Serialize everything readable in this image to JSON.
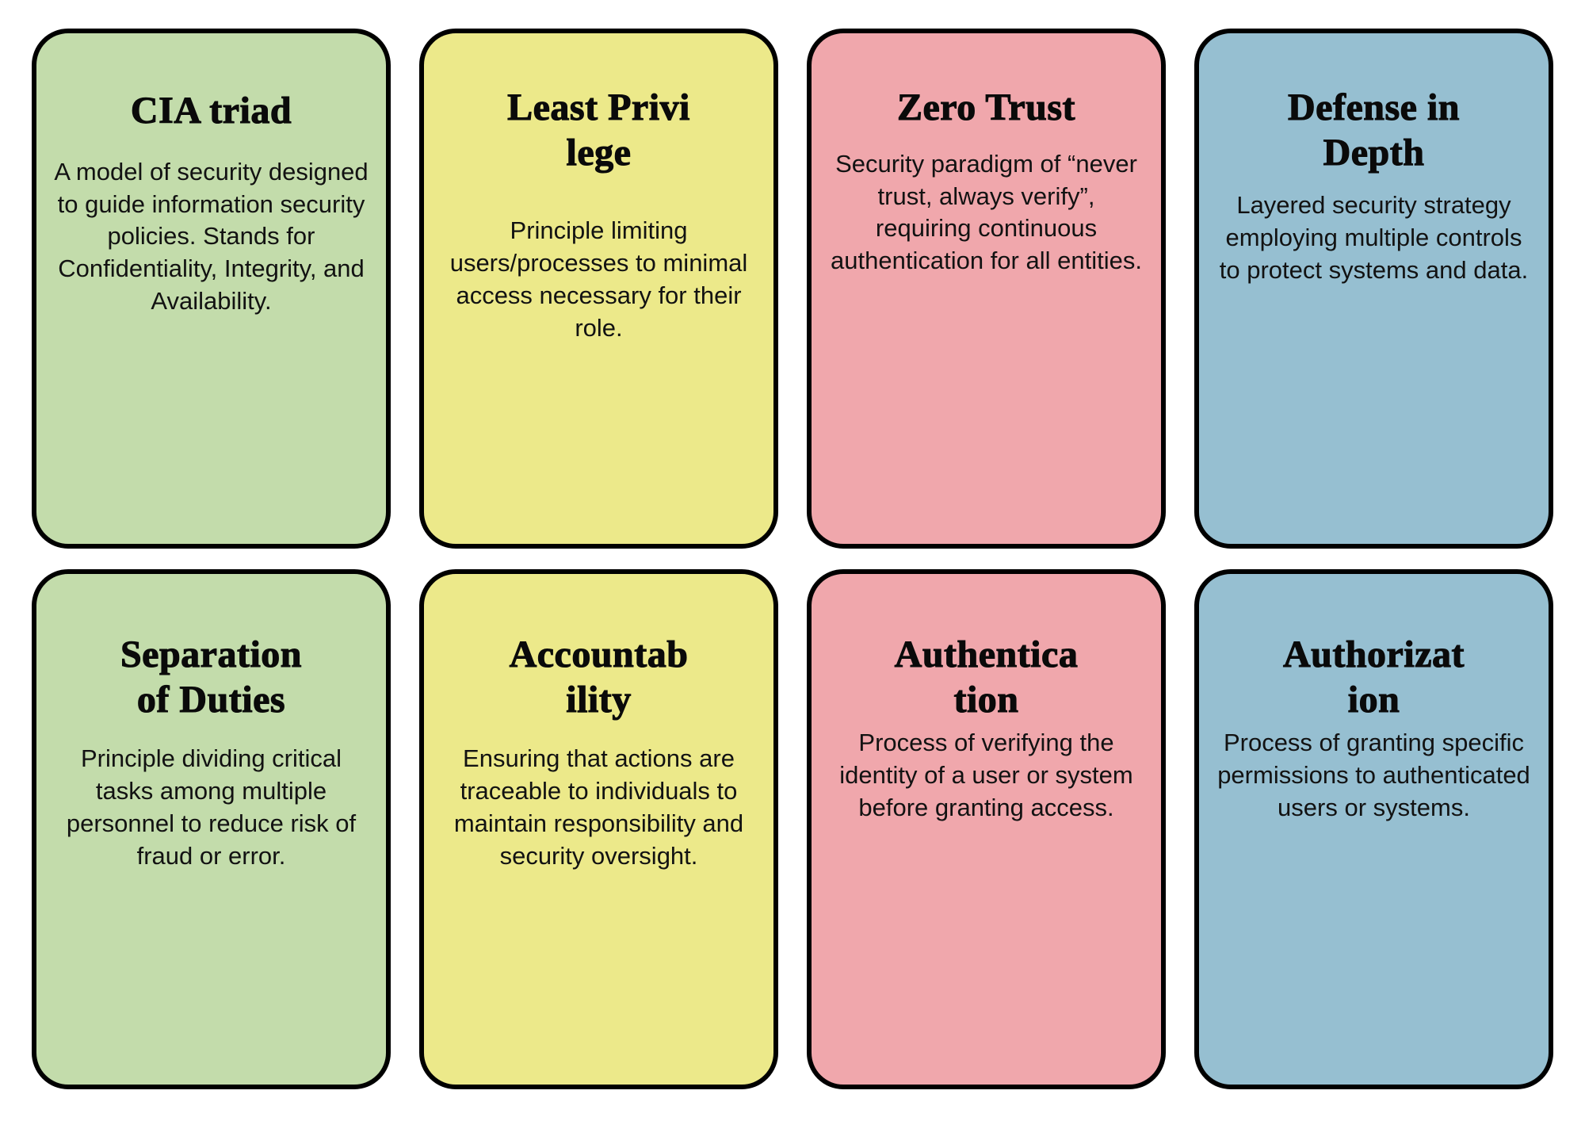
{
  "palette": {
    "green": "#c3dcab",
    "yellow": "#ece98a",
    "pink": "#f0a7ac",
    "blue": "#96bfd1",
    "border": "#000000",
    "text": "#111111",
    "background": "#ffffff"
  },
  "cards": [
    {
      "id": "cia-triad",
      "title": "CIA triad",
      "body": "A model of security designed to guide information security policies. Stands for Confidentiality, Integrity, and Availability.",
      "color": "green"
    },
    {
      "id": "least-privilege",
      "title": "Least Privilege",
      "body": "Principle limiting users/processes to minimal access necessary for their role.",
      "color": "yellow"
    },
    {
      "id": "zero-trust",
      "title": "Zero Trust",
      "body": "Security paradigm of “never trust, always verify”, requiring continuous authentication for all entities.",
      "color": "pink"
    },
    {
      "id": "defense-in-depth",
      "title": "Defense in Depth",
      "body": "Layered security strategy employing multiple controls to protect systems and data.",
      "color": "blue"
    },
    {
      "id": "separation-of-duties",
      "title": "Separation of Duties",
      "body": "Principle dividing critical tasks among multiple personnel to reduce risk of fraud or error.",
      "color": "green"
    },
    {
      "id": "accountability",
      "title": "Accountability",
      "body": "Ensuring that actions are traceable to individuals to maintain responsibility and security oversight.",
      "color": "yellow"
    },
    {
      "id": "authentication",
      "title": "Authentication",
      "body": "Process of verifying the identity of a user or system before granting access.",
      "color": "pink"
    },
    {
      "id": "authorization",
      "title": "Authorization",
      "body": "Process of granting specific permissions to authenticated users or systems.",
      "color": "blue"
    }
  ]
}
